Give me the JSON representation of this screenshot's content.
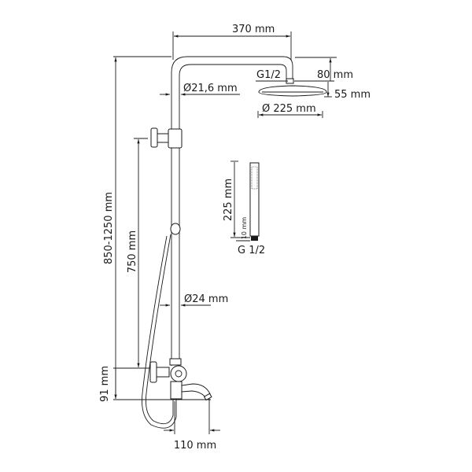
{
  "dimensions": {
    "arm_length": "370 mm",
    "total_height": "850-1250 mm",
    "connection_head": "G1/2",
    "head_offset": "80 mm",
    "head_height": "55 mm",
    "upper_pipe_diameter": "Ø21,6 mm",
    "head_diameter": "Ø 225 mm",
    "holder_height": "750 mm",
    "lower_pipe_diameter": "Ø24 mm",
    "mixer_height": "91 mm",
    "spout_length": "110 mm",
    "hand_shower_length": "225 mm",
    "hand_shower_connector": "10 mm",
    "hand_shower_thread": "G 1/2"
  }
}
